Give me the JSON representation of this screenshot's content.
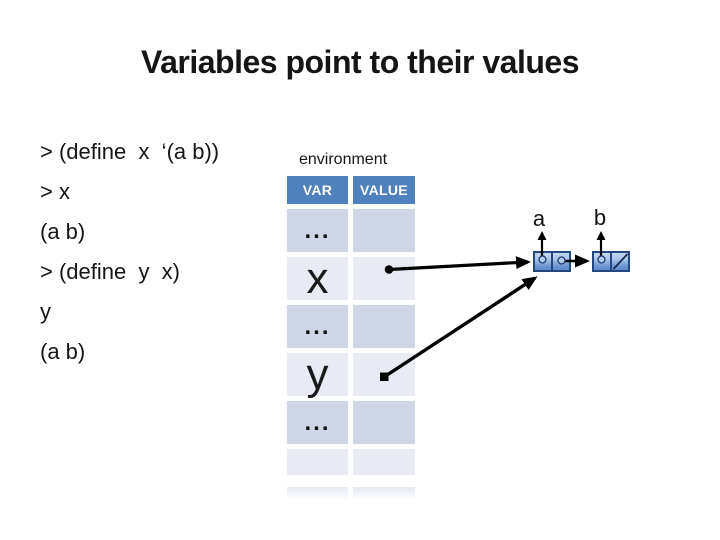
{
  "slide": {
    "title": "Variables point to their values",
    "background": "#ffffff"
  },
  "code_lines": [
    "> (define  x  ‘(a b))",
    "> x",
    "(a b)",
    "> (define  y  x)",
    "y",
    "(a b)"
  ],
  "environment": {
    "label": "environment",
    "table": {
      "headers": [
        "VAR",
        "VALUE"
      ],
      "rows": [
        {
          "var": "...",
          "value": ""
        },
        {
          "var": "x",
          "value": ""
        },
        {
          "var": "...",
          "value": ""
        },
        {
          "var": "y",
          "value": ""
        },
        {
          "var": "...",
          "value": ""
        },
        {
          "var": "",
          "value": ""
        }
      ],
      "colors": {
        "header_bg": "#4f81bd",
        "header_text": "#ffffff",
        "band_dark": "#cfd6e6",
        "band_light": "#e8ebf3"
      }
    }
  },
  "diagram": {
    "cell_labels": [
      "a",
      "b"
    ],
    "colors": {
      "arrow": "#000000",
      "box_border": "#24477f",
      "box_fill_top": "#c3d6f0",
      "box_fill_bottom": "#5d8aca"
    },
    "links": [
      {
        "from": "env-row-x-value",
        "to": "cons-cell-1"
      },
      {
        "from": "env-row-y-value",
        "to": "cons-cell-1"
      },
      {
        "from": "cons-cell-1-cdr",
        "to": "cons-cell-2"
      },
      {
        "from": "cons-cell-1-car",
        "to": "symbol-a"
      },
      {
        "from": "cons-cell-2-car",
        "to": "symbol-b"
      },
      {
        "from": "cons-cell-2-cdr",
        "to": "nil"
      }
    ]
  }
}
